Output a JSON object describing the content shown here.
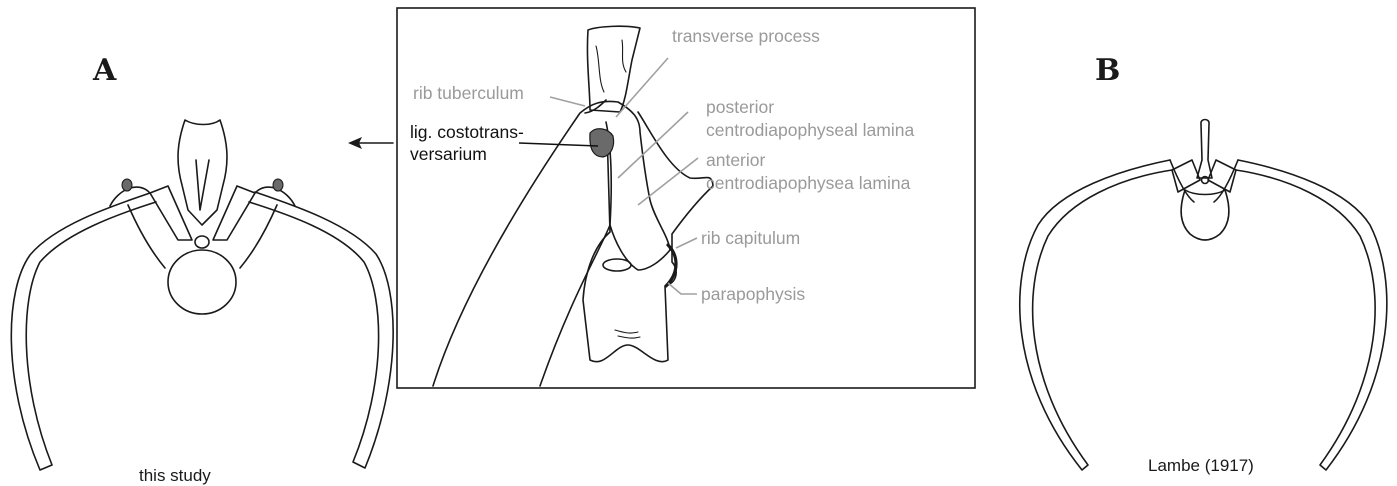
{
  "panels": {
    "a": {
      "letter": "A",
      "caption": "this study"
    },
    "b": {
      "letter": "B",
      "caption": "Lambe (1917)"
    }
  },
  "inset": {
    "labels": {
      "transverse_process": "transverse process",
      "rib_tuberculum": "rib tuberculum",
      "posterior_line1": "posterior",
      "posterior_line2": "centrodiapophyseal lamina",
      "lig_line1": "lig. costotrans-",
      "lig_line2": "versarium",
      "anterior_line1": "anterior",
      "anterior_line2": "centrodiapophysea lamina",
      "rib_capitulum": "rib capitulum",
      "parapophysis": "parapophysis"
    }
  },
  "colors": {
    "ink": "#1a1a1a",
    "label_grey": "#9a9a9a",
    "ligament_fill": "#6a6a6a"
  }
}
